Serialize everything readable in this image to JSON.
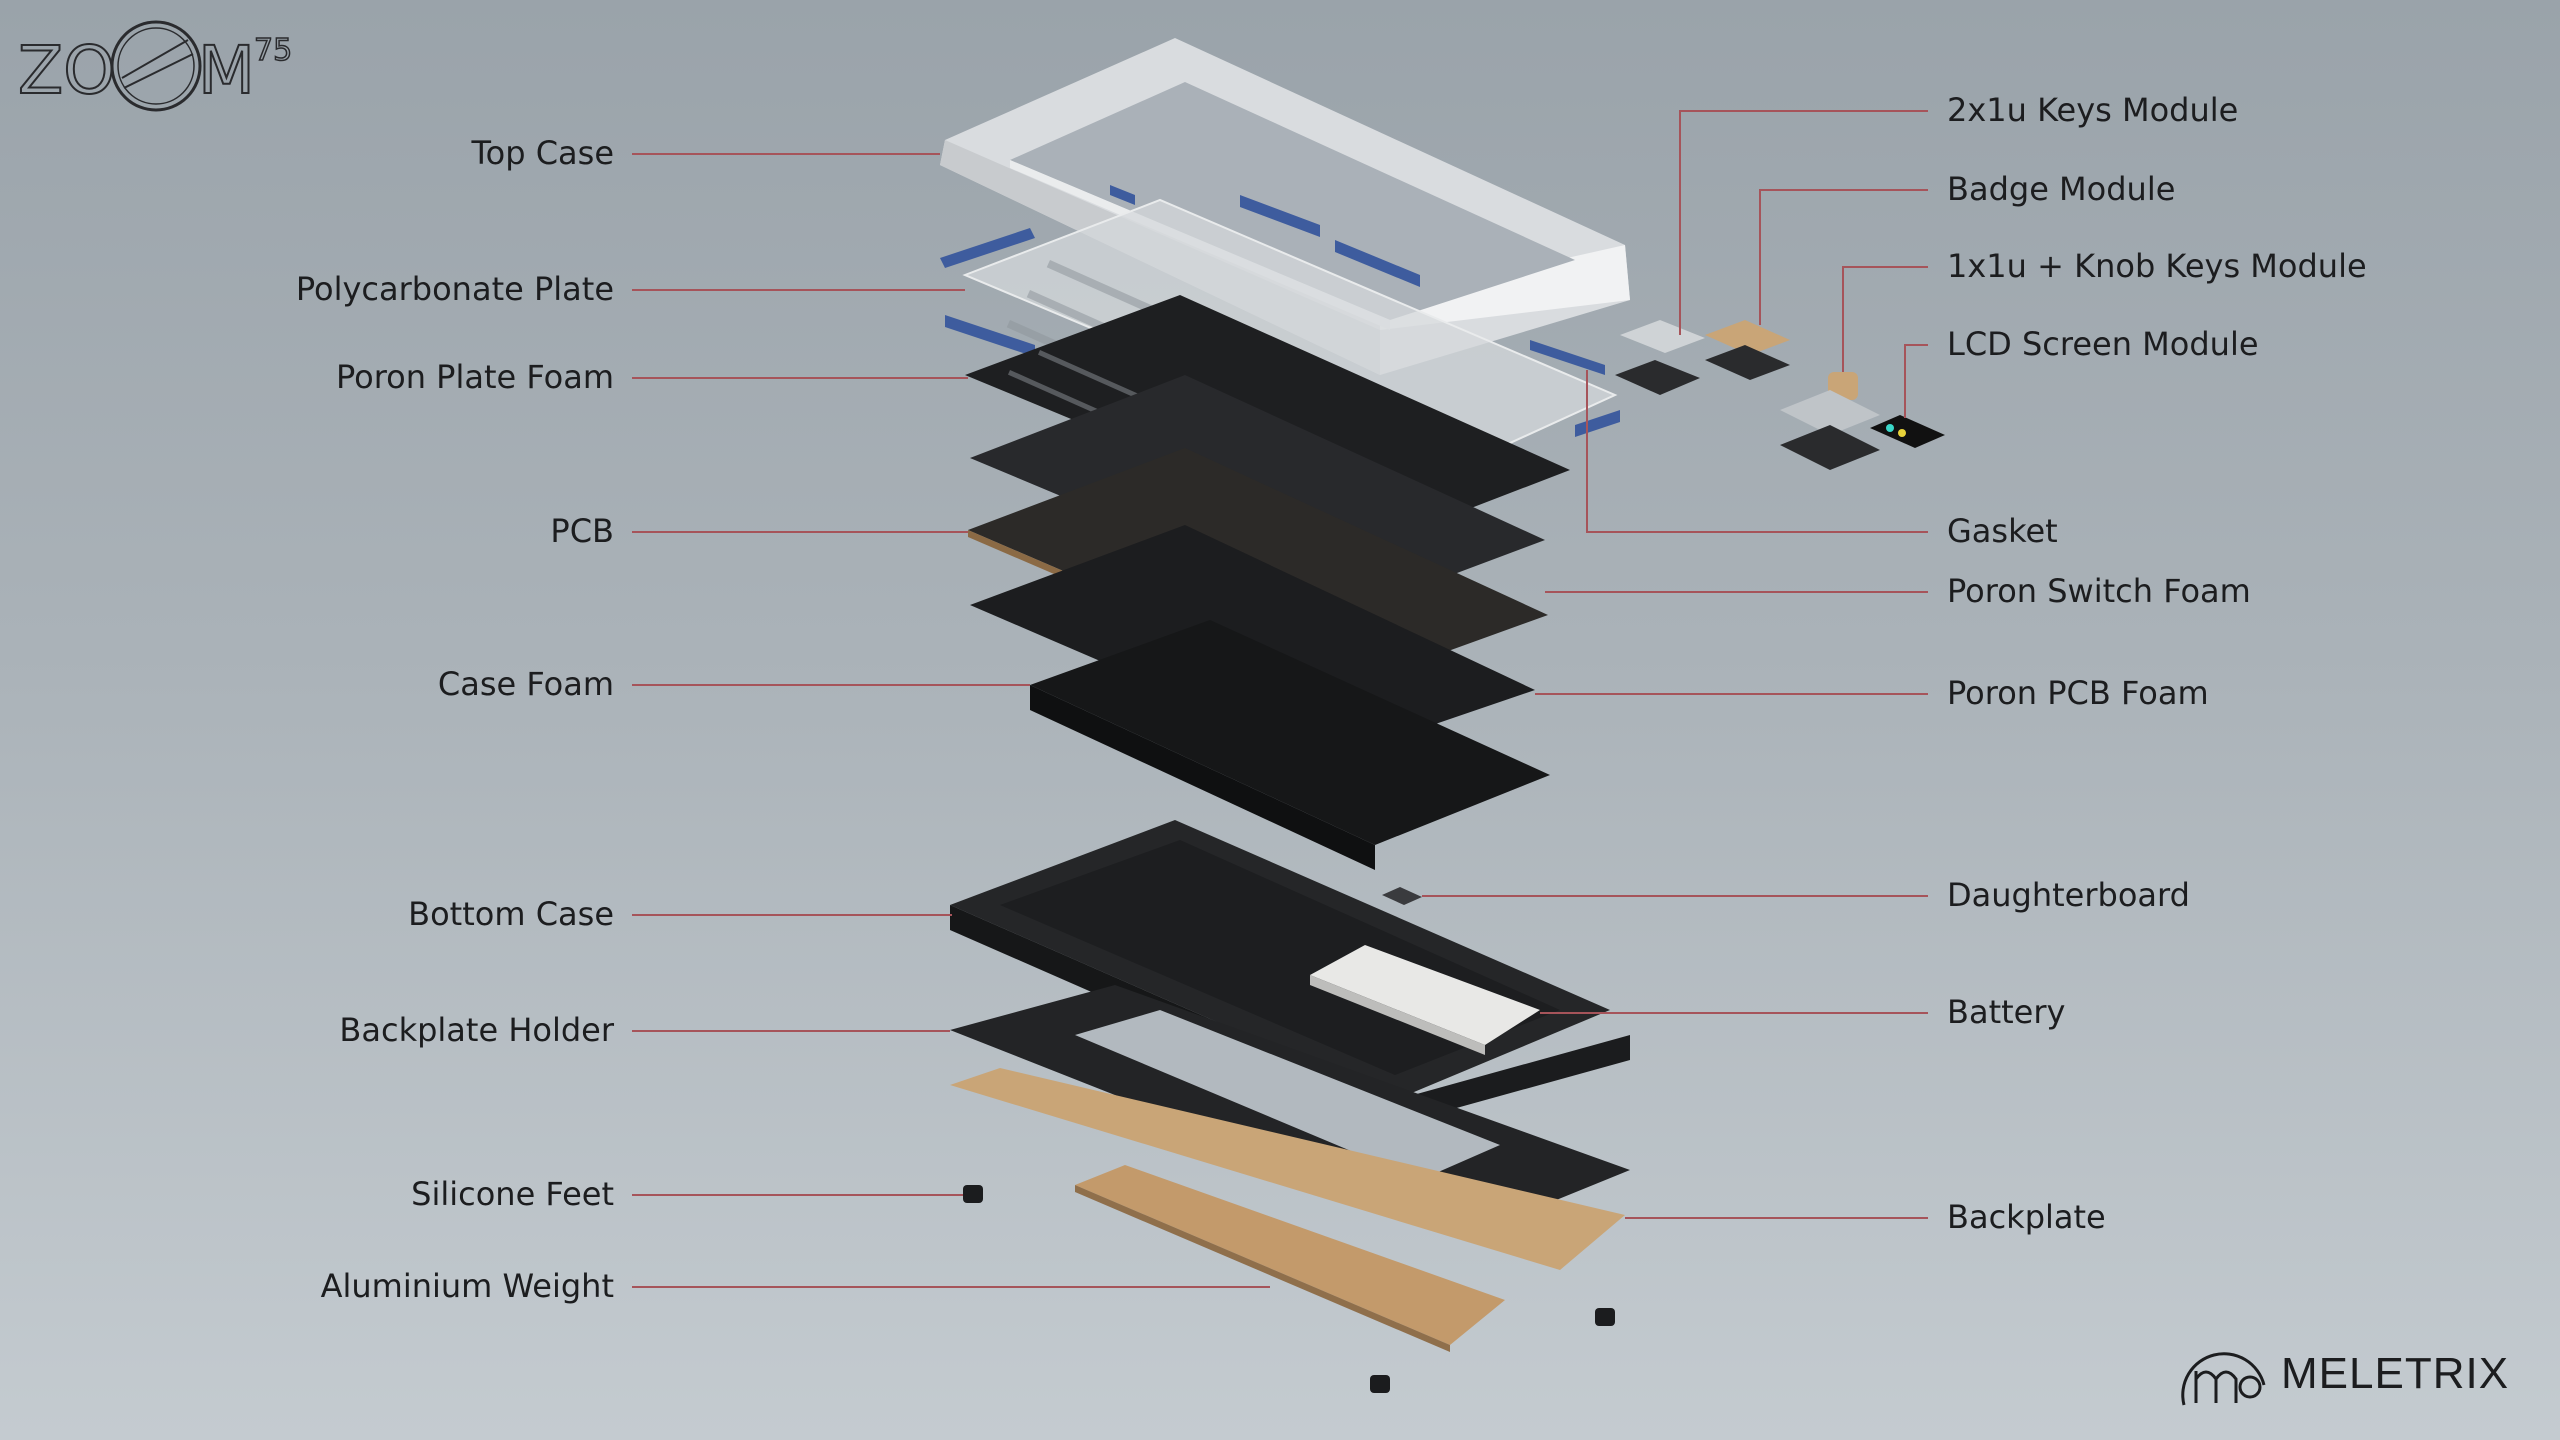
{
  "brand": {
    "product_logo": "ZOOM75",
    "maker": "MELETRIX"
  },
  "labels_left": {
    "top_case": "Top Case",
    "polycarbonate_plate": "Polycarbonate Plate",
    "poron_plate_foam": "Poron Plate Foam",
    "pcb": "PCB",
    "case_foam": "Case Foam",
    "bottom_case": "Bottom Case",
    "backplate_holder": "Backplate Holder",
    "silicone_feet": "Silicone Feet",
    "aluminium_weight": "Aluminium Weight"
  },
  "labels_right": {
    "keys_2x1u": "2x1u Keys Module",
    "badge_module": "Badge Module",
    "knob_keys_1x1u": "1x1u + Knob Keys Module",
    "lcd_screen_module": "LCD Screen Module",
    "gasket": "Gasket",
    "poron_switch_foam": "Poron Switch Foam",
    "poron_pcb_foam": "Poron PCB Foam",
    "daughterboard": "Daughterboard",
    "battery": "Battery",
    "backplate": "Backplate"
  },
  "colors": {
    "leader_line": "#a6545a",
    "gasket_blue": "#3e5c9e",
    "brass": "#c9a577",
    "case_black": "#1f2022",
    "top_case_white": "#e4e6e8"
  }
}
